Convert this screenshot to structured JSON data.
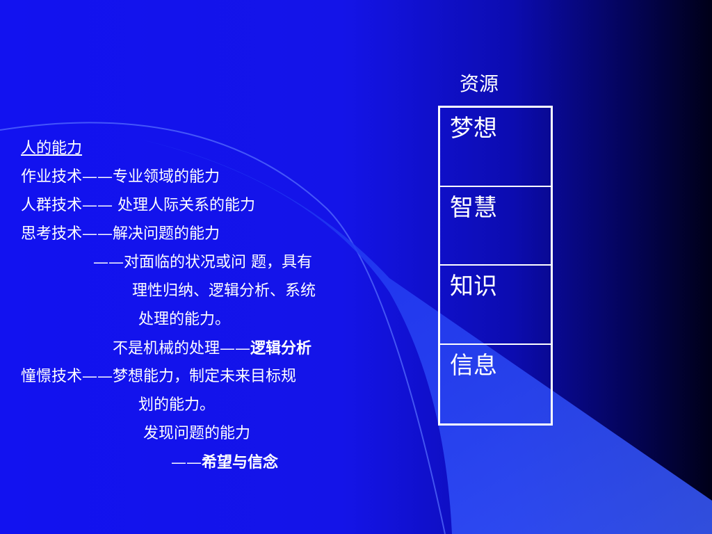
{
  "slide": {
    "background_colors": [
      "#1212f0",
      "#04045a",
      "#000018"
    ],
    "accent_color": "#3a5cff"
  },
  "left_text": {
    "heading": "人的能力",
    "line1": "作业技术——专业领域的能力",
    "line2": "人群技术—— 处理人际关系的能力",
    "line3": "思考技术——解决问题的能力",
    "line4": "——对面临的状况或问 题，具有",
    "line5": "理性归纳、逻辑分析、系统",
    "line6": "处理的能力。",
    "line7_prefix": "不是机械的处理——",
    "line7_bold": "逻辑分析",
    "line8": "憧憬技术——梦想能力，制定未来目标规",
    "line9": "划的能力。",
    "line10": "发现问题的能力",
    "line11_prefix": "——",
    "line11_bold": "希望与信念"
  },
  "resources": {
    "title": "资源",
    "items": [
      "梦想",
      "智慧",
      "知识",
      "信息"
    ]
  }
}
